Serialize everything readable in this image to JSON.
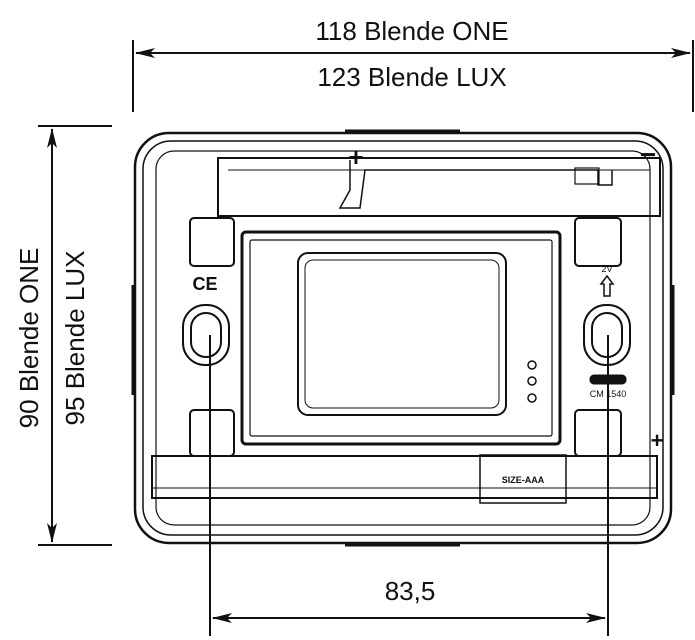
{
  "dimensions": {
    "width_one": "118 Blende ONE",
    "width_lux": "123 Blende LUX",
    "height_one": "90 Blende ONE",
    "height_lux": "95 Blende LUX",
    "hole_spacing": "83,5"
  },
  "device": {
    "plus_top": "+",
    "minus_top": "−",
    "plus_bottom": "+",
    "ce_mark": "CE",
    "battery_label": "SIZE-AAA",
    "side_label": "CM 1540",
    "side_label_small": "2V"
  },
  "colors": {
    "line": "#111111",
    "background": "#ffffff"
  }
}
